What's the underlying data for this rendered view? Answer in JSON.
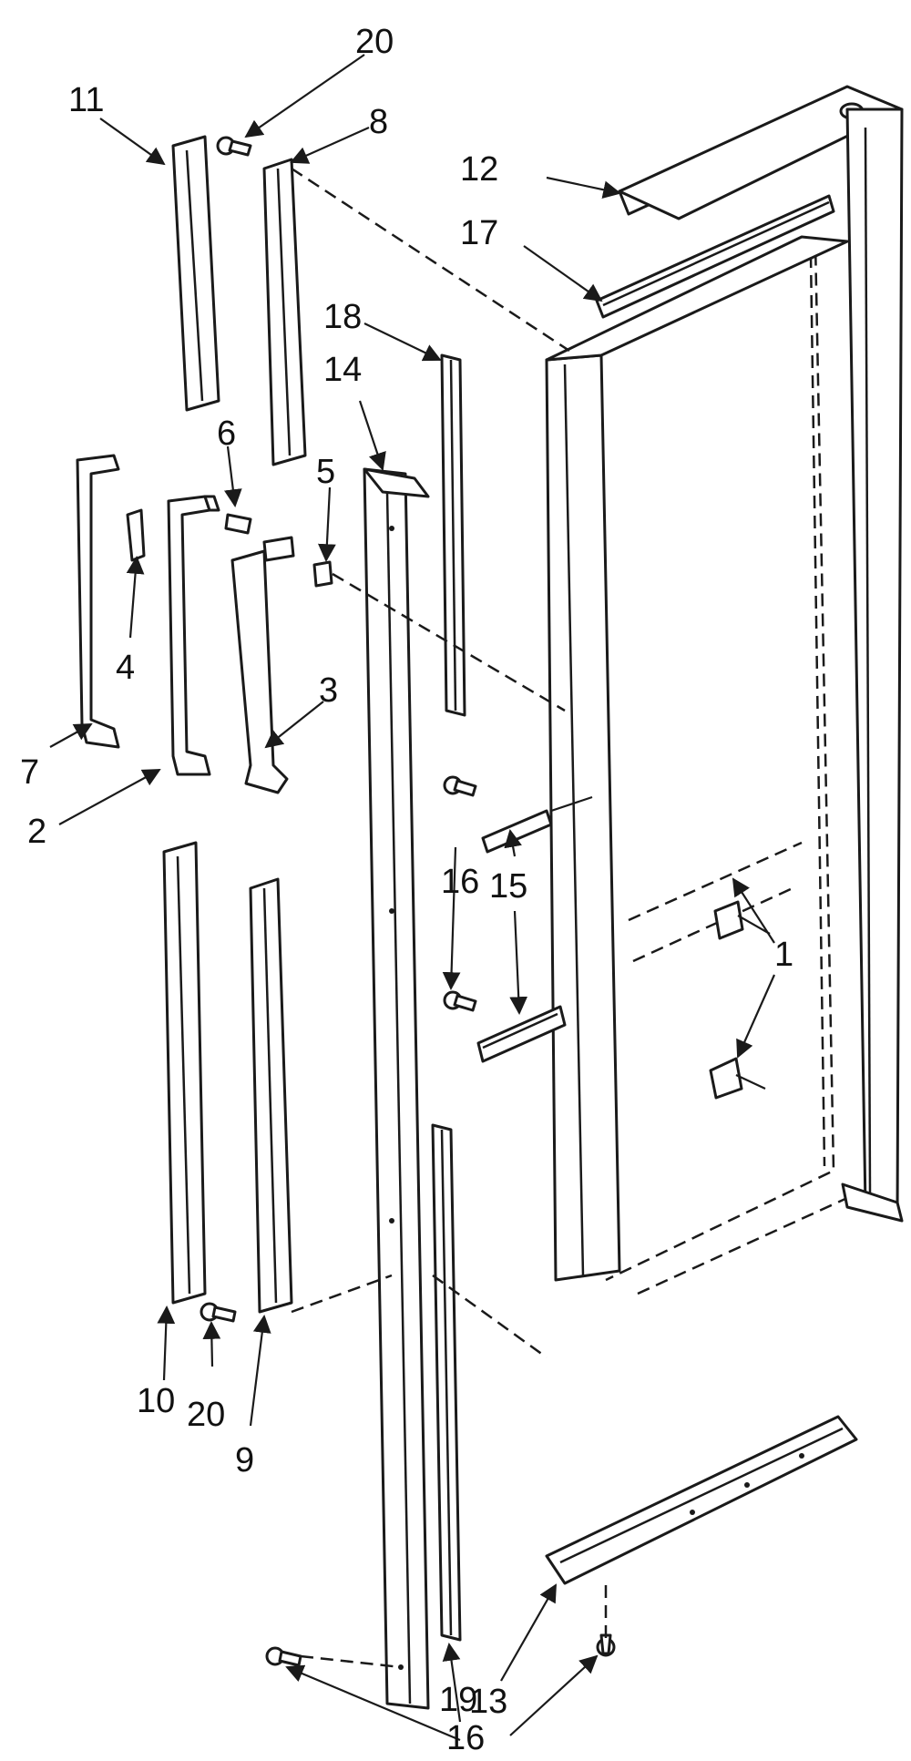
{
  "callouts": {
    "c1": "1",
    "c2": "2",
    "c3": "3",
    "c4": "4",
    "c5": "5",
    "c6": "6",
    "c7": "7",
    "c8": "8",
    "c9": "9",
    "c10": "10",
    "c11": "11",
    "c12": "12",
    "c13": "13",
    "c14": "14",
    "c15": "15",
    "c16a": "16",
    "c16b": "16",
    "c17": "17",
    "c18": "18",
    "c19": "19",
    "c20a": "20",
    "c20b": "20"
  },
  "colors": {
    "ink": "#1a1a1a",
    "paper": "#ffffff"
  }
}
